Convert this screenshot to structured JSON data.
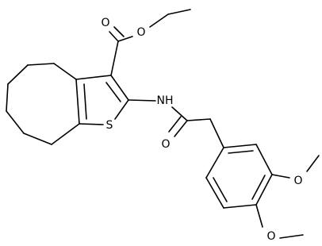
{
  "atoms": {
    "carbonyl_oxygen_top": "O",
    "ester_oxygen": "O",
    "amide_nitrogen": "NH",
    "thiophene_sulfur": "S",
    "amide_oxygen": "O",
    "methoxy_oxygen_upper": "O",
    "methoxy_oxygen_lower": "O"
  },
  "colors": {
    "bond": "#000000",
    "label": "#000000",
    "background": "#ffffff"
  }
}
